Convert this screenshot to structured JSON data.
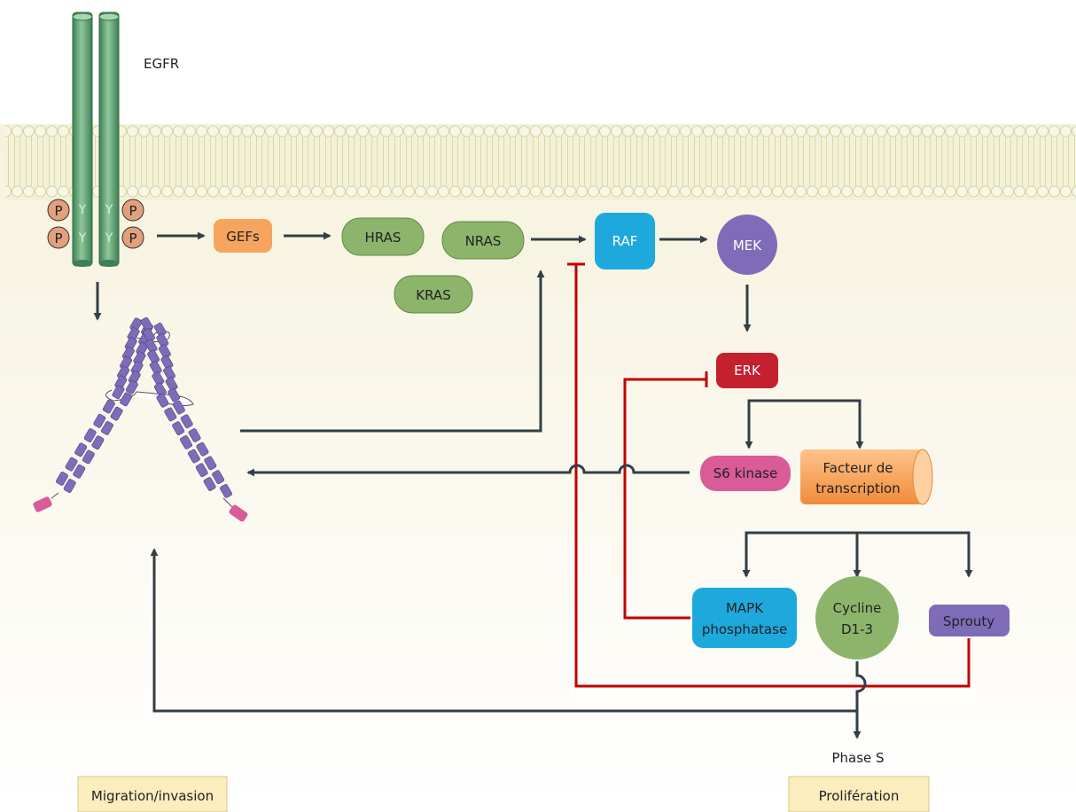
{
  "labels": {
    "egfr": "EGFR",
    "phospho": "P",
    "tyrosine": "Y",
    "gefs": "GEFs",
    "hras": "HRAS",
    "nras": "NRAS",
    "kras": "KRAS",
    "raf": "RAF",
    "mek": "MEK",
    "erk": "ERK",
    "s6_kinase": "S6 kinase",
    "facteur_line1": "Facteur de",
    "facteur_line2": "transcription",
    "mapk_line1": "MAPK",
    "mapk_line2": "phosphatase",
    "cycline_line1": "Cycline",
    "cycline_line2": "D1-3",
    "sprouty": "Sprouty",
    "phase_s": "Phase S",
    "migration": "Migration/invasion",
    "proliferation": "Prolifération"
  },
  "colors": {
    "receptor": "#5fa073",
    "phospho": "#e3a07c",
    "gefs": "#f6a45e",
    "ras": "#8db46b",
    "raf": "#1ea9dd",
    "mek": "#7f6cb8",
    "erk": "#c4202e",
    "s6_kinase": "#d95b98",
    "facteur": "#f6a45e",
    "mapk": "#1ea9dd",
    "cycline": "#8db46b",
    "sprouty": "#7f6cb8",
    "arrow": "#333f46",
    "inhibition": "#c00000",
    "outcome_box": "#fbedbd",
    "cytoplasm": "#f7f4e4"
  }
}
